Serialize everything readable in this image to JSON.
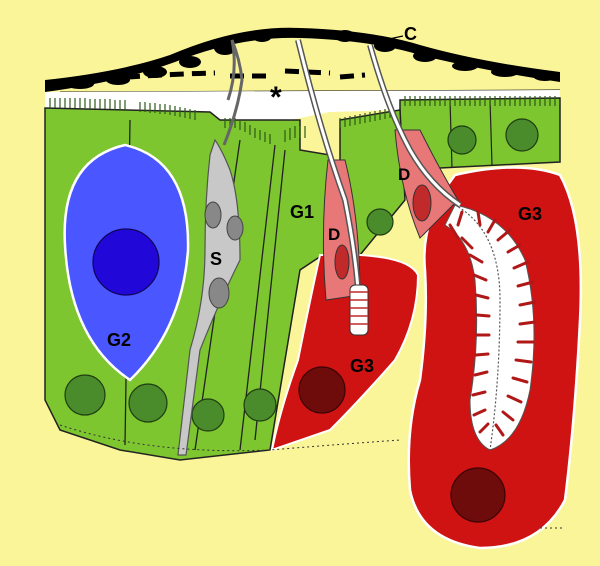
{
  "labels": {
    "cuticle": "C",
    "lumen": "*",
    "supporting_cell": "S",
    "gland_cell_1": "G1",
    "gland_cell_2": "G2",
    "gland_cell_3_left": "G3",
    "gland_cell_3_right": "G3",
    "duct_cell_left": "D",
    "duct_cell_right": "D"
  },
  "colors": {
    "background": "#fbf59a",
    "epithelial_cell": "#7dc62f",
    "gland_cell_2": "#4a56ff",
    "gland_cell_2_nucleus": "#2108d8",
    "gland_cell_3": "#cf1212",
    "gland_cell_3_nucleus": "#6e0b0b",
    "duct_cell": "#e87878",
    "supporting_cell": "#c8c8c8",
    "nucleus_green": "#4a8b2c",
    "cuticle": "#000000"
  }
}
